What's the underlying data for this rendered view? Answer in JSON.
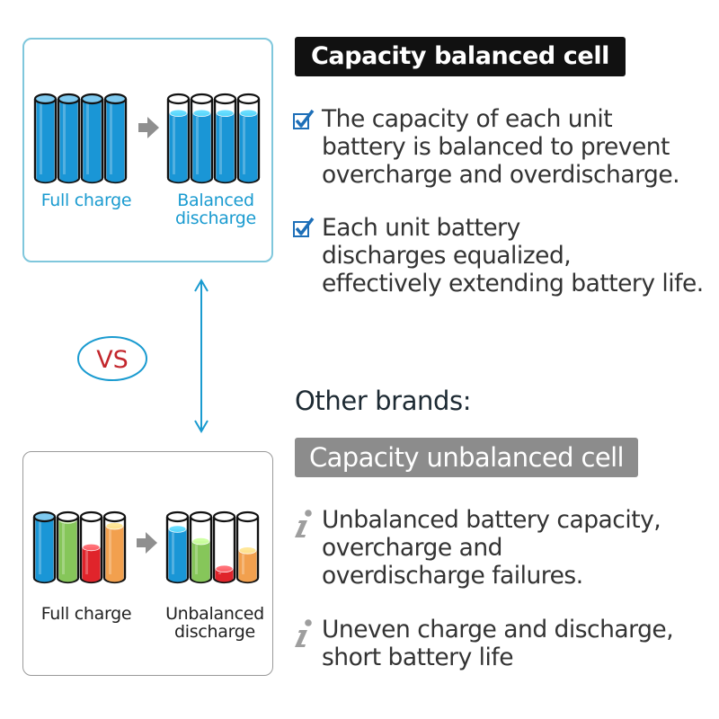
{
  "left": {
    "balanced": {
      "before_label": "Full charge",
      "after_label_line1": "Balanced",
      "after_label_line2": "discharge",
      "before_cells": [
        {
          "color": "#1a96d6",
          "level": 1.0
        },
        {
          "color": "#1a96d6",
          "level": 1.0
        },
        {
          "color": "#1a96d6",
          "level": 1.0
        },
        {
          "color": "#1a96d6",
          "level": 1.0
        }
      ],
      "after_cells": [
        {
          "color": "#1a96d6",
          "level": 0.82
        },
        {
          "color": "#1a96d6",
          "level": 0.82
        },
        {
          "color": "#1a96d6",
          "level": 0.82
        },
        {
          "color": "#1a96d6",
          "level": 0.82
        }
      ]
    },
    "vs_label": "VS",
    "unbalanced": {
      "before_label": "Full charge",
      "after_label_line1": "Unbalanced",
      "after_label_line2": "discharge",
      "before_cells": [
        {
          "color": "#1a96d6",
          "level": 1.0
        },
        {
          "color": "#86c65a",
          "level": 0.95
        },
        {
          "color": "#e0242b",
          "level": 0.5
        },
        {
          "color": "#f2a04e",
          "level": 0.85
        }
      ],
      "after_cells": [
        {
          "color": "#1a96d6",
          "level": 0.8
        },
        {
          "color": "#86c65a",
          "level": 0.6
        },
        {
          "color": "#e0242b",
          "level": 0.15
        },
        {
          "color": "#f2a04e",
          "level": 0.45
        }
      ]
    }
  },
  "right": {
    "balanced_title": "Capacity balanced cell",
    "balanced_points": [
      {
        "line1": "The capacity of each unit",
        "line2": "battery is balanced to prevent",
        "line3": "overcharge and overdischarge."
      },
      {
        "line1": "Each unit battery",
        "line2": "discharges equalized,",
        "line3": "effectively extending battery life."
      }
    ],
    "other_brands": "Other brands:",
    "unbalanced_title": "Capacity unbalanced cell",
    "unbalanced_points": [
      {
        "line1": "Unbalanced battery capacity,",
        "line2": "overcharge and",
        "line3": "overdischarge failures."
      },
      {
        "line1": "Uneven charge and discharge,",
        "line2": "short battery life"
      }
    ]
  },
  "colors": {
    "accent_blue": "#1a9bd0",
    "panel_border_blue": "#7fc7dc",
    "vs_red": "#c3262c",
    "check_blue": "#1d6fb8",
    "info_grey": "#9e9e9e"
  },
  "icons": {
    "balanced_points_marker": "checkmark-icon",
    "unbalanced_points_marker": "info-icon",
    "transition_marker": "arrow-right-icon"
  }
}
